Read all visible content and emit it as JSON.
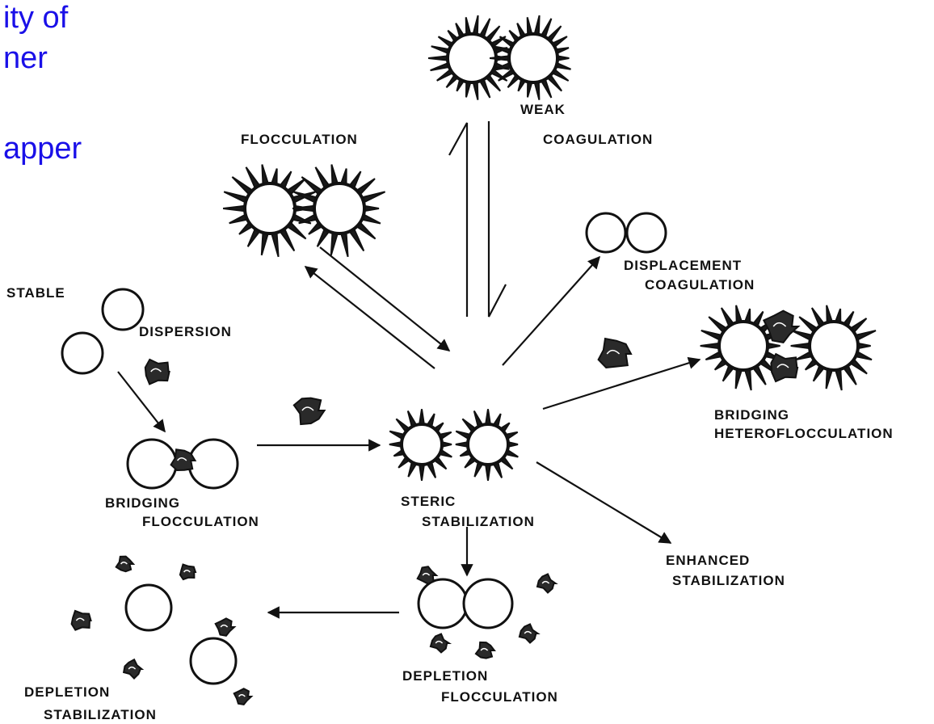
{
  "slide_text": {
    "line1": "ity of",
    "line2": "ner",
    "line3": "apper"
  },
  "diagram": {
    "center": {
      "line1": "STERIC",
      "line2": "STABILIZATION"
    },
    "weak": {
      "line1": "WEAK",
      "line2": "COAGULATION"
    },
    "flocculation": "FLOCCULATION",
    "displacement": {
      "line1": "DISPLACEMENT",
      "line2": "COAGULATION"
    },
    "stable": {
      "line1": "STABLE",
      "line2": "DISPERSION"
    },
    "bridging": {
      "line1": "BRIDGING",
      "line2": "FLOCCULATION"
    },
    "bridging_hetero": {
      "line1": "BRIDGING",
      "line2": "HETEROFLOCCULATION"
    },
    "enhanced": {
      "line1": "ENHANCED",
      "line2": "STABILIZATION"
    },
    "depletion_floc": {
      "line1": "DEPLETION",
      "line2": "FLOCCULATION"
    },
    "depletion_stab": {
      "line1": "DEPLETION",
      "line2": "STABILIZATION"
    }
  },
  "colors": {
    "slide_text": "#1a10e8",
    "ink": "#111111"
  }
}
